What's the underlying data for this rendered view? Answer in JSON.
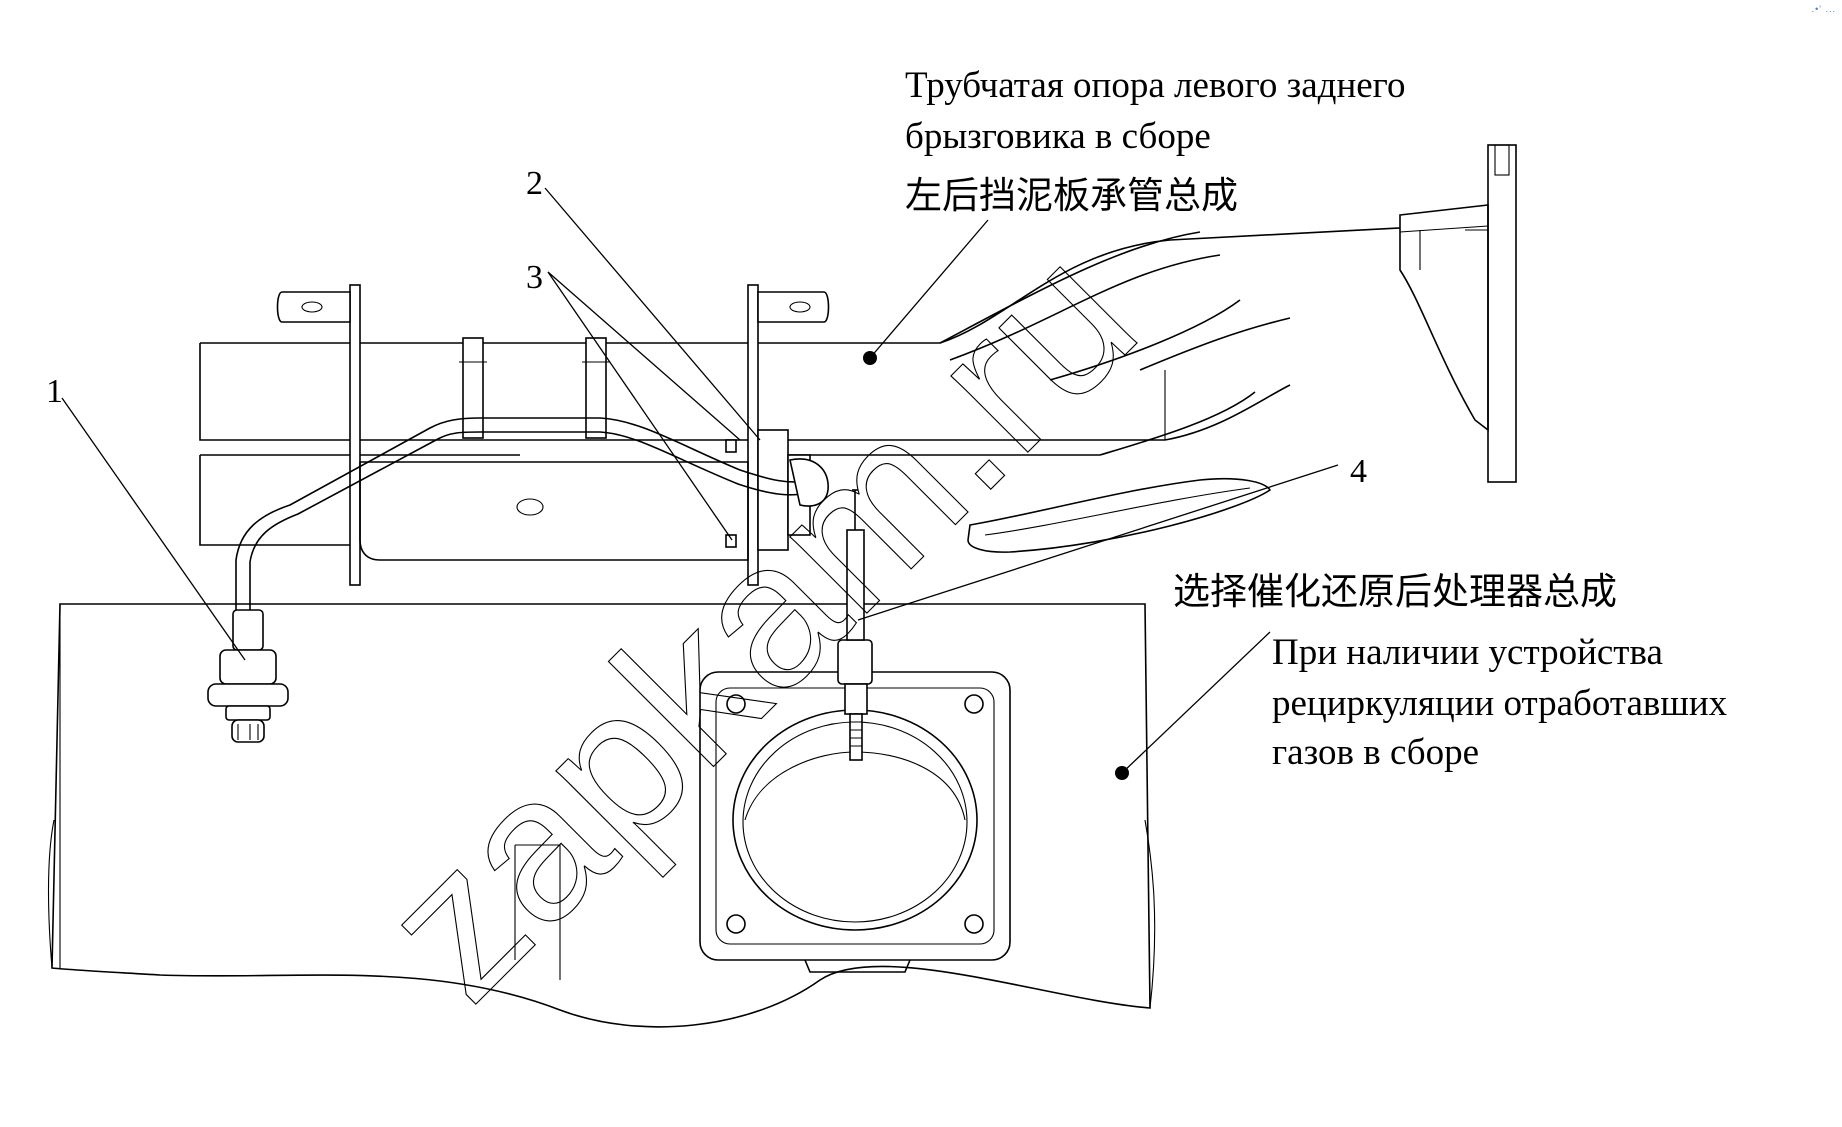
{
  "callouts": {
    "n1": "1",
    "n2": "2",
    "n3": "3",
    "n4": "4"
  },
  "labels": {
    "mudguard_ru_1": "Трубчатая опора левого заднего",
    "mudguard_ru_2": "брызговика в сборе",
    "mudguard_cn": "左后挡泥板承管总成",
    "scr_cn": "选择催化还原后处理器总成",
    "egr_ru_1": "При наличии устройства",
    "egr_ru_2": "рециркуляции отработавших",
    "egr_ru_3": "газов в сборе"
  },
  "watermark": {
    "text": "zapkam.ru"
  },
  "corner_mark": {
    "text": ".•' ..."
  }
}
